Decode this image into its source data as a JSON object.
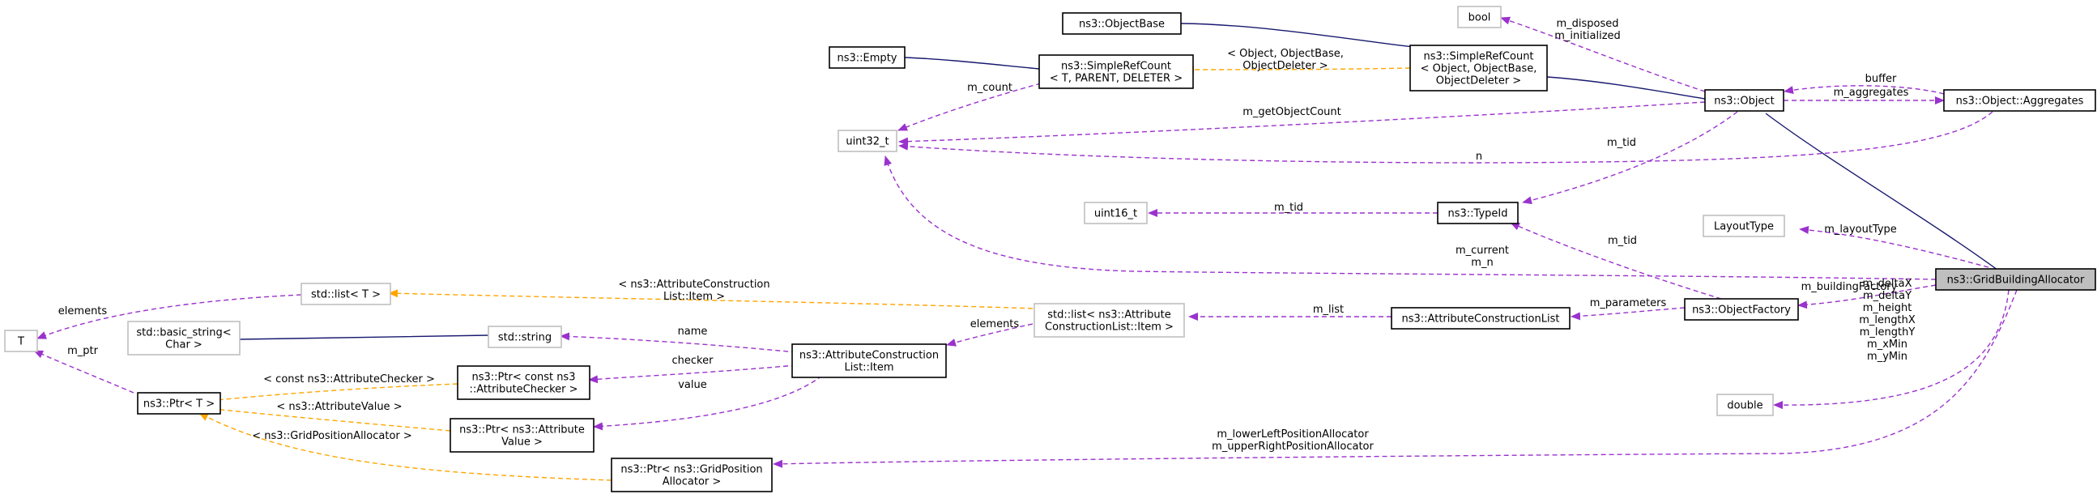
{
  "colors": {
    "inheritance": "#191970",
    "usage": "#9a32cd",
    "template": "#ffa500",
    "node_border": "#000000",
    "node_border_undocumented": "#bfbfbf",
    "highlight_fill": "#bfbfbf"
  },
  "nodes": {
    "objectbase": {
      "lines": [
        "ns3::ObjectBase"
      ]
    },
    "bool": {
      "lines": [
        "bool"
      ]
    },
    "empty": {
      "lines": [
        "ns3::Empty"
      ]
    },
    "srcount_t": {
      "lines": [
        "ns3::SimpleRefCount",
        "< T, PARENT, DELETER >"
      ]
    },
    "srcount_obj": {
      "lines": [
        "ns3::SimpleRefCount",
        "< Object, ObjectBase,",
        "ObjectDeleter >"
      ]
    },
    "object": {
      "lines": [
        "ns3::Object"
      ]
    },
    "aggregates": {
      "lines": [
        "ns3::Object::Aggregates"
      ]
    },
    "uint32": {
      "lines": [
        "uint32_t"
      ]
    },
    "uint16": {
      "lines": [
        "uint16_t"
      ]
    },
    "typeid": {
      "lines": [
        "ns3::TypeId"
      ]
    },
    "layouttype": {
      "lines": [
        "LayoutType"
      ]
    },
    "gba": {
      "lines": [
        "ns3::GridBuildingAllocator"
      ]
    },
    "stdlist_t": {
      "lines": [
        "std::list< T >"
      ]
    },
    "t": {
      "lines": [
        "T"
      ]
    },
    "basic_string": {
      "lines": [
        "std::basic_string<",
        "Char >"
      ]
    },
    "stdstring": {
      "lines": [
        "std::string"
      ]
    },
    "stdlist_item": {
      "lines": [
        "std::list< ns3::Attribute",
        "ConstructionList::Item >"
      ]
    },
    "acl": {
      "lines": [
        "ns3::AttributeConstructionList"
      ]
    },
    "objfactory": {
      "lines": [
        "ns3::ObjectFactory"
      ]
    },
    "acl_item": {
      "lines": [
        "ns3::AttributeConstruction",
        "List::Item"
      ]
    },
    "ptr_t": {
      "lines": [
        "ns3::Ptr< T >"
      ]
    },
    "ptr_checker": {
      "lines": [
        "ns3::Ptr< const ns3",
        "::AttributeChecker >"
      ]
    },
    "ptr_value": {
      "lines": [
        "ns3::Ptr< ns3::Attribute",
        "Value >"
      ]
    },
    "double": {
      "lines": [
        "double"
      ]
    },
    "ptr_gpa": {
      "lines": [
        "ns3::Ptr< ns3::GridPosition",
        "Allocator >"
      ]
    }
  },
  "edges": {
    "e_ob_srco": [],
    "e_bool_obj": [
      "m_disposed",
      "m_initialized"
    ],
    "e_empty_srct": [],
    "e_srct_srco": [
      "< Object, ObjectBase,",
      "ObjectDeleter >"
    ],
    "e_srco_obj": [],
    "e_obj_agg": [
      "m_aggregates"
    ],
    "e_agg_obj": [
      "buffer"
    ],
    "e_srct_u32": [
      "m_count"
    ],
    "e_obj_u32": [
      "m_getObjectCount"
    ],
    "e_agg_u32": [
      "n"
    ],
    "e_obj_tid": [
      "m_tid"
    ],
    "e_u16_tid": [
      "m_tid"
    ],
    "e_obj_gba": [],
    "e_lt_gba": [
      "m_layoutType"
    ],
    "e_u32_gba": [
      "m_current",
      "m_n"
    ],
    "e_tid_of": [
      "m_tid"
    ],
    "e_of_gba": [
      "m_buildingFactory"
    ],
    "e_acl_of": [
      "m_parameters"
    ],
    "e_sli_acl": [
      "m_list"
    ],
    "e_slt_sli": [
      "< ns3::AttributeConstruction",
      "List::Item >"
    ],
    "e_t_slt": [
      "elements"
    ],
    "e_bs_ss": [],
    "e_ss_item": [
      "name"
    ],
    "e_item_sli": [
      "elements"
    ],
    "e_pc_item": [
      "checker"
    ],
    "e_pv_item": [
      "value"
    ],
    "e_t_ptr": [
      "m_ptr"
    ],
    "e_ptr_pc": [
      "< const ns3::AttributeChecker >"
    ],
    "e_ptr_pv": [
      "< ns3::AttributeValue >"
    ],
    "e_ptr_gpa": [
      "< ns3::GridPositionAllocator >"
    ],
    "e_dbl_gba": [
      "m_deltaX",
      "m_deltaY",
      "m_height",
      "m_lengthX",
      "m_lengthY",
      "m_xMin",
      "m_yMin"
    ],
    "e_gpa_gba": [
      "m_lowerLeftPositionAllocator",
      "m_upperRightPositionAllocator"
    ]
  }
}
